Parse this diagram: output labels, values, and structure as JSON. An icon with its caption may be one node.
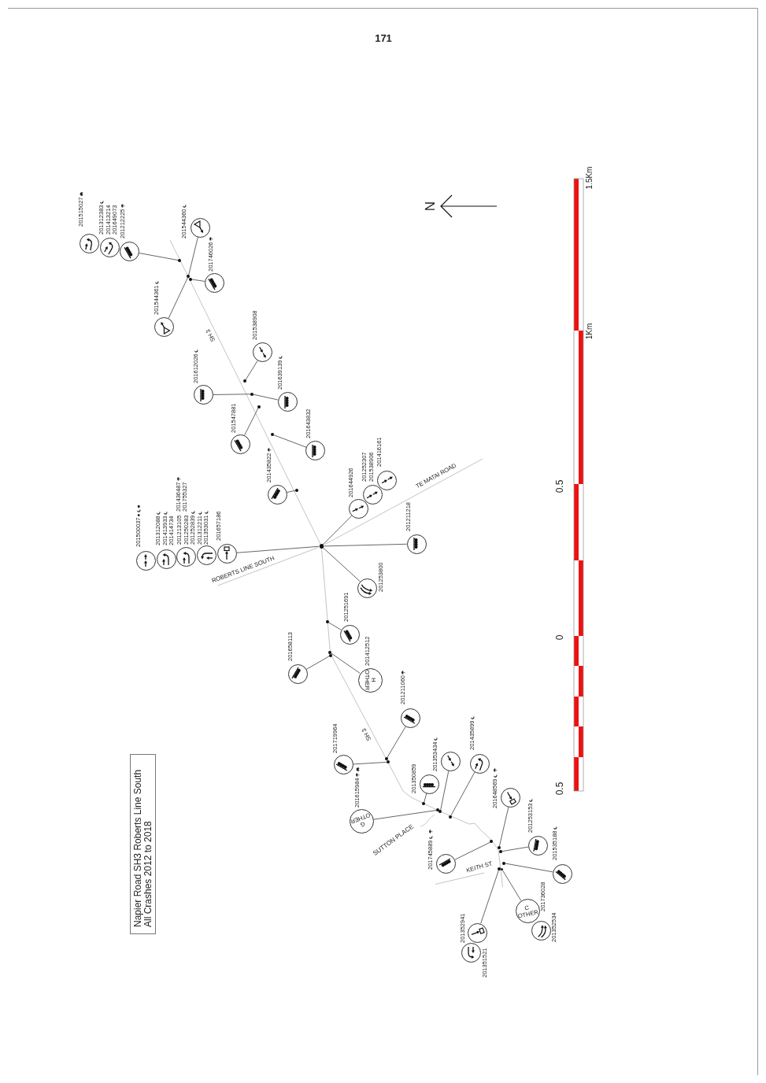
{
  "diagram": {
    "title": "Napier Road SH3 Roberts Line South All Crashes 2012 to 2018",
    "nodes": [
      {
        "text": [],
        "shape": "circle",
        "beside": [
          "201515027"
        ]
      },
      {
        "text": [],
        "shape": "circle",
        "beside": [
          "201312383",
          "201413214",
          "201649073"
        ]
      },
      {
        "text": [],
        "shape": "circle",
        "beside": [
          "201212225"
        ]
      },
      {
        "text": [],
        "shape": "circle",
        "beside": [
          "201544360"
        ]
      },
      {
        "text": [],
        "shape": "dot"
      },
      {
        "text": [],
        "shape": "dot"
      },
      {
        "text": [],
        "shape": "dot"
      },
      {
        "text": [],
        "shape": "circle",
        "beside": [
          "201746026"
        ]
      },
      {
        "text": [],
        "shape": "circle",
        "beside": [
          "201544361"
        ]
      },
      {
        "text": [],
        "shape": "circle",
        "beside": [
          "201538908"
        ]
      },
      {
        "text": [],
        "shape": "dot"
      },
      {
        "text": [],
        "shape": "dot"
      },
      {
        "text": [],
        "shape": "circle",
        "beside": [
          "201612026"
        ]
      },
      {
        "text": [],
        "shape": "circle",
        "beside": [
          "201639139"
        ]
      },
      {
        "text": [],
        "shape": "dot"
      },
      {
        "text": [],
        "shape": "dot"
      },
      {
        "text": [],
        "shape": "circle",
        "beside": [
          "201547881"
        ]
      },
      {
        "text": [],
        "shape": "circle",
        "beside": [
          "201643832"
        ]
      },
      {
        "text": [],
        "shape": "dot"
      },
      {
        "text": [],
        "shape": "circle",
        "beside": [
          "201435822"
        ]
      },
      {
        "text": [],
        "shape": "circle",
        "beside": [
          "201416161"
        ]
      },
      {
        "text": [],
        "shape": "circle",
        "beside": [
          "201252307",
          "201538906"
        ]
      },
      {
        "text": [],
        "shape": "circle",
        "beside": [
          "201644926"
        ]
      },
      {
        "text": [],
        "shape": "circle",
        "beside": [
          "201211218"
        ]
      },
      {
        "text": [],
        "shape": "dot"
      },
      {
        "text": [],
        "shape": "circle",
        "beside": [
          "201657186"
        ]
      },
      {
        "text": [],
        "shape": "circle",
        "beside": [
          "201436487",
          "201755327"
        ]
      },
      {
        "text": [],
        "shape": "circle",
        "beside": [
          "201213105",
          "201250283",
          "201252839",
          "201312211",
          "201353031"
        ]
      },
      {
        "text": [],
        "shape": "circle",
        "beside": [
          "201312088",
          "201413933",
          "201414734"
        ]
      },
      {
        "text": [],
        "shape": "circle",
        "beside": [
          "201500037"
        ]
      },
      {
        "text": [],
        "shape": "circle",
        "beside": [
          "201253800"
        ]
      },
      {
        "text": [],
        "shape": "dot"
      },
      {
        "text": [],
        "shape": "circle",
        "beside": [
          "201251691"
        ]
      },
      {
        "text": [],
        "shape": "dot"
      },
      {
        "text": [],
        "shape": "dot"
      },
      {
        "text": [],
        "shape": "circle",
        "beside": [
          "201658113"
        ]
      },
      {
        "text": [
          "H",
          "OTHER"
        ],
        "beside": [
          "201412512"
        ]
      },
      {
        "text": [],
        "shape": "circle",
        "beside": [
          "201211060"
        ]
      },
      {
        "text": [],
        "shape": "dot"
      },
      {
        "text": [],
        "shape": "dot"
      },
      {
        "text": [],
        "shape": "circle",
        "beside": [
          "201719964"
        ]
      },
      {
        "text": [],
        "shape": "circle",
        "beside": [
          "201353434"
        ]
      },
      {
        "text": [],
        "shape": "circle",
        "beside": [
          "201435899"
        ]
      },
      {
        "text": [],
        "shape": "circle",
        "beside": [
          "201350859"
        ]
      },
      {
        "text": [],
        "shape": "circle",
        "beside": [
          "201648569"
        ]
      },
      {
        "text": [],
        "shape": "dot"
      },
      {
        "text": [],
        "shape": "dot"
      },
      {
        "text": [],
        "shape": "dot"
      },
      {
        "text": [],
        "shape": "dot"
      },
      {
        "text": [
          "G",
          "OTHER"
        ],
        "beside": [
          "201615984"
        ]
      },
      {
        "text": [],
        "shape": "dot"
      },
      {
        "text": [],
        "shape": "circle",
        "beside": [
          "201253153"
        ]
      },
      {
        "text": [],
        "shape": "dot"
      },
      {
        "text": [],
        "shape": "dot"
      },
      {
        "text": [],
        "shape": "dot"
      },
      {
        "text": [],
        "shape": "circle",
        "beside": [
          "201745889"
        ]
      },
      {
        "text": [],
        "shape": "dot"
      },
      {
        "text": [],
        "shape": "dot"
      },
      {
        "text": [],
        "shape": "circle",
        "beside": [
          "201535188"
        ]
      },
      {
        "text": [
          "C",
          "OTHER"
        ],
        "beside": [
          "201736028"
        ]
      },
      {
        "text": [],
        "shape": "circle",
        "beside": [
          "201352534"
        ]
      },
      {
        "text": [],
        "shape": "circle",
        "beside": [
          "201352941"
        ]
      },
      {
        "text": [],
        "shape": "circle",
        "beside": [
          "201351521"
        ]
      }
    ],
    "edges": [
      {
        "from": 4,
        "to": 2,
        "arrow": "none"
      },
      {
        "from": 5,
        "to": 3,
        "arrow": "none"
      },
      {
        "from": 5,
        "to": 8,
        "arrow": "none"
      },
      {
        "from": 6,
        "to": 7,
        "arrow": "none"
      },
      {
        "from": 10,
        "to": 9,
        "arrow": "none"
      },
      {
        "from": 11,
        "to": 12,
        "arrow": "none"
      },
      {
        "from": 11,
        "to": 13,
        "arrow": "none"
      },
      {
        "from": 14,
        "to": 16,
        "arrow": "none"
      },
      {
        "from": 15,
        "to": 17,
        "arrow": "none"
      },
      {
        "from": 18,
        "to": 19,
        "arrow": "none"
      },
      {
        "from": 24,
        "to": 25,
        "arrow": "none"
      },
      {
        "from": 24,
        "to": 22,
        "arrow": "none"
      },
      {
        "from": 24,
        "to": 23,
        "arrow": "none"
      },
      {
        "from": 24,
        "to": 30,
        "arrow": "none"
      },
      {
        "from": 31,
        "to": 32,
        "arrow": "none"
      },
      {
        "from": 34,
        "to": 35,
        "arrow": "none"
      },
      {
        "from": 33,
        "to": 36,
        "arrow": "none"
      },
      {
        "from": 38,
        "to": 37,
        "arrow": "none"
      },
      {
        "from": 39,
        "to": 40,
        "arrow": "none"
      },
      {
        "from": 45,
        "to": 43,
        "arrow": "none"
      },
      {
        "from": 46,
        "to": 49,
        "arrow": "none"
      },
      {
        "from": 47,
        "to": 41,
        "arrow": "none"
      },
      {
        "from": 48,
        "to": 42,
        "arrow": "none"
      },
      {
        "from": 50,
        "to": 55,
        "arrow": "none"
      },
      {
        "from": 52,
        "to": 44,
        "arrow": "none"
      },
      {
        "from": 53,
        "to": 51,
        "arrow": "none"
      },
      {
        "from": 54,
        "to": 58,
        "arrow": "none"
      },
      {
        "from": 56,
        "to": 61,
        "arrow": "none"
      },
      {
        "from": 57,
        "to": 59,
        "arrow": "none"
      }
    ],
    "labels": [
      "171",
      "N",
      "1.5Km",
      "1Km",
      "SH 3",
      "TE MATAI ROAD",
      "0.5",
      "ROBERTS LINE SOUTH",
      "0",
      "SH 3",
      "0.5",
      "SUTTON PLACE",
      "KEITH ST"
    ]
  }
}
